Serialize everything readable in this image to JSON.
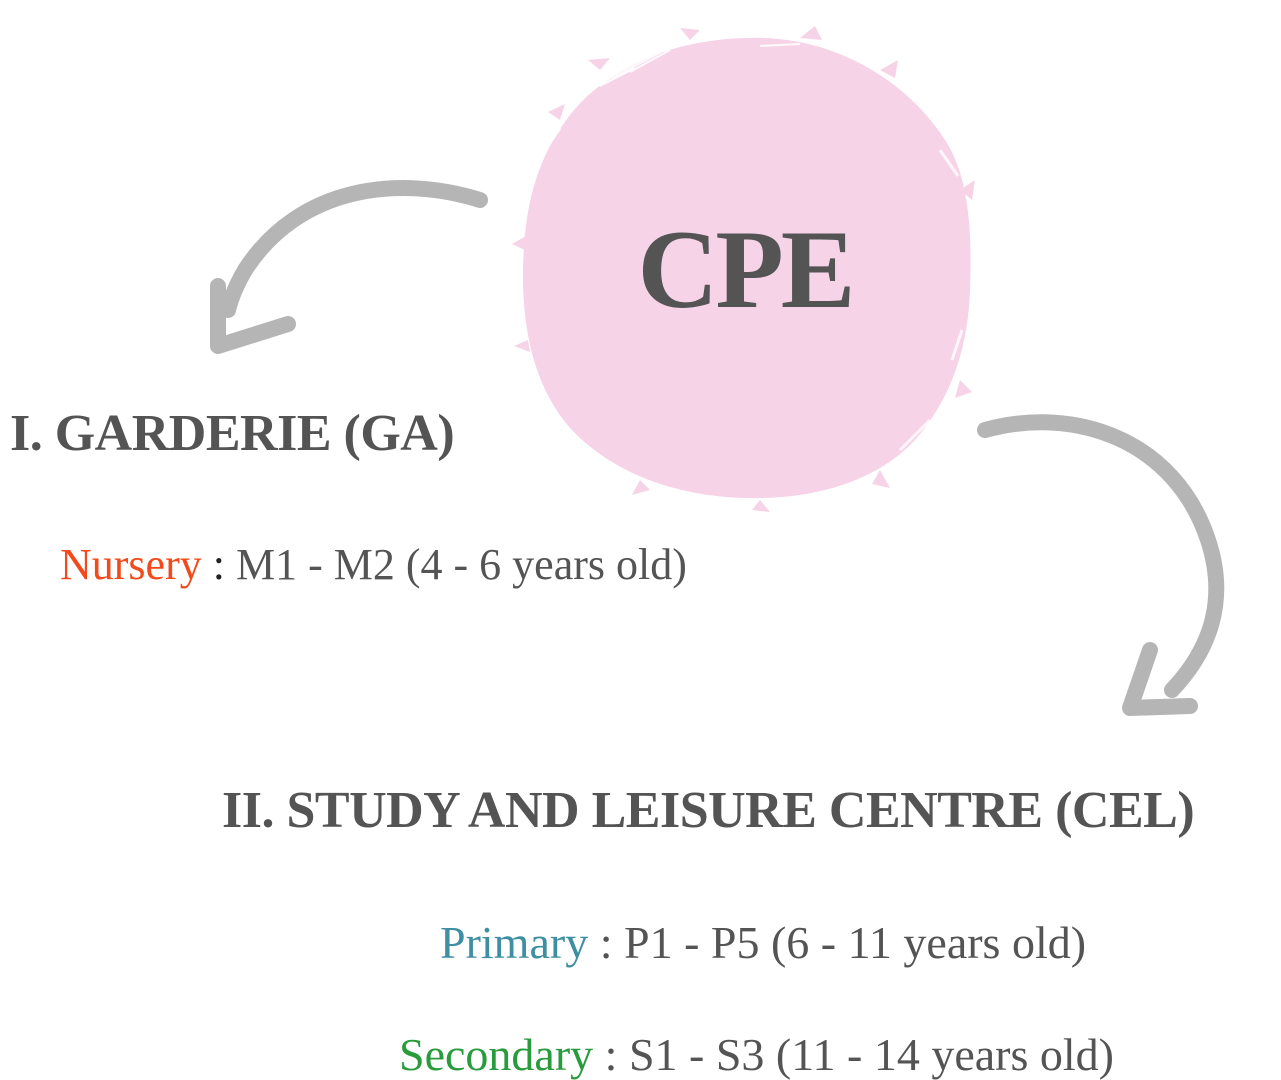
{
  "center": {
    "label": "CPE",
    "color": "#f7d3e8"
  },
  "sections": [
    {
      "heading": "I. GARDERIE (GA)",
      "items": [
        {
          "label": "Nursery",
          "label_color": "#f24a1b",
          "separator": " : ",
          "detail": "M1 - M2  (4 - 6 years old)"
        }
      ]
    },
    {
      "heading": "II. STUDY AND LEISURE CENTRE (CEL)",
      "items": [
        {
          "label": "Primary",
          "label_color": "#3f8fa2",
          "separator": " : ",
          "detail": "P1 - P5 (6 - 11 years old)"
        },
        {
          "label": "Secondary",
          "label_color": "#2a9b3c",
          "separator": " : ",
          "detail": "S1 - S3 (11 - 14 years old)"
        }
      ]
    }
  ],
  "arrow_color": "#b5b5b5",
  "text_color": "#545454"
}
